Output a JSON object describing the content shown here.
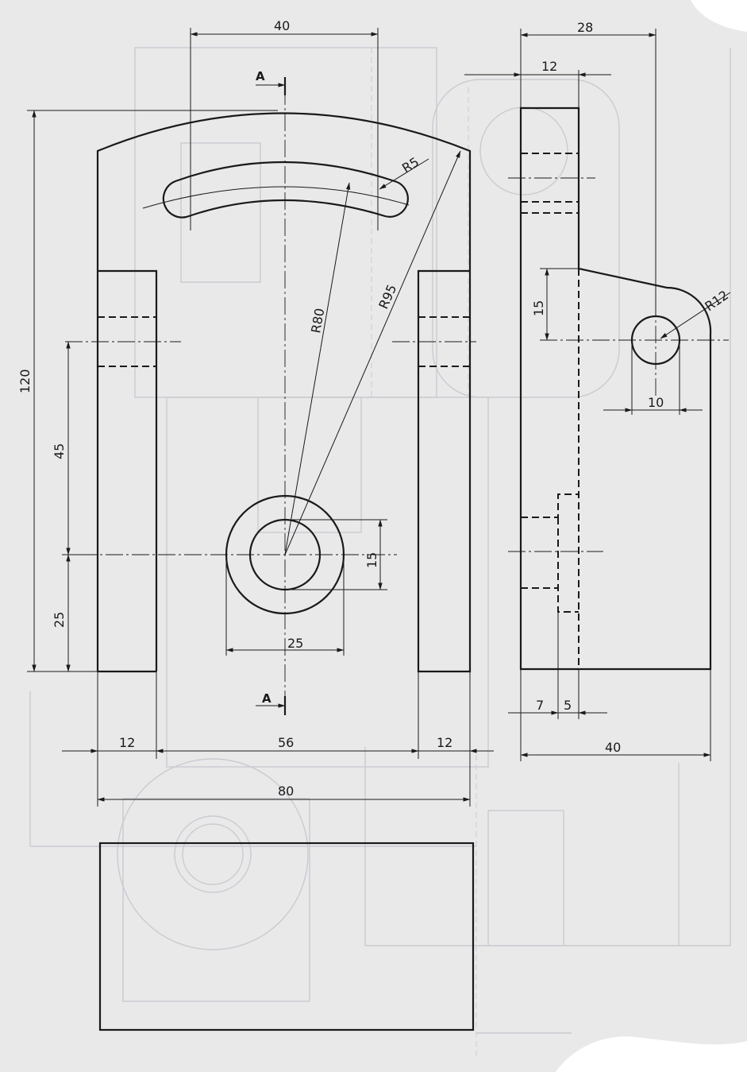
{
  "colors": {
    "paper": "#e9e9ea",
    "ink": "#1a1a1a",
    "ghost_lines": "#c9cbd0"
  },
  "front_view": {
    "section_label_top": "A",
    "section_label_bottom": "A",
    "dimensions": {
      "top_width": "40",
      "overall_height": "120",
      "height_45": "45",
      "height_25": "25",
      "radius_slot": "R5",
      "radius_80": "R80",
      "radius_95": "R95",
      "hole_diameter": "15",
      "boss_diameter": "25",
      "leg_left": "12",
      "gap_middle": "56",
      "leg_right": "12",
      "overall_width": "80"
    }
  },
  "side_view": {
    "dimensions": {
      "top_28": "28",
      "top_12": "12",
      "hole_offset_15": "15",
      "radius_12": "R12",
      "hole_10": "10",
      "bottom_7": "7",
      "bottom_5": "5",
      "overall_40": "40"
    }
  }
}
